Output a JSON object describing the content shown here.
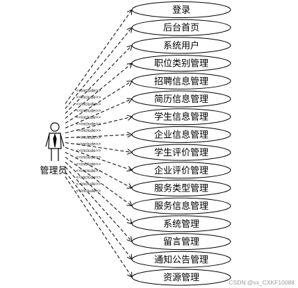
{
  "actor": {
    "name": "管理员",
    "icon": "person-icon"
  },
  "include_label": "<<include>>",
  "use_cases": [
    "登录",
    "后台首页",
    "系统用户",
    "职位类别管理",
    "招聘信息管理",
    "简历信息管理",
    "学生信息管理",
    "企业信息管理",
    "学生评价管理",
    "企业评价管理",
    "服务类型管理",
    "服务信息管理",
    "系统管理",
    "留言管理",
    "通知公告管理",
    "资源管理"
  ],
  "watermark": "CSDN @vx_CXKF10088",
  "colors": {
    "line": "#000000",
    "ellipse_fill": "#ffffff",
    "watermark": "#9a9a9a"
  }
}
